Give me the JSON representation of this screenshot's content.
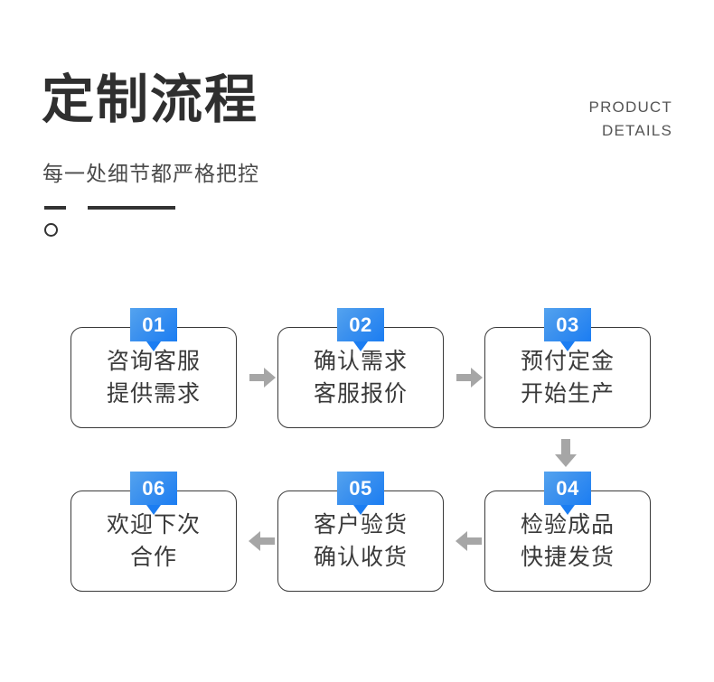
{
  "header": {
    "title": "定制流程",
    "subtitle": "每一处细节都严格把控",
    "eyebrow_line1": "PRODUCT",
    "eyebrow_line2": "DETAILS"
  },
  "colors": {
    "badge_blue_light": "#54a3ef",
    "badge_blue_dark": "#1b7df2",
    "text_dark": "#3a3a3a",
    "arrow_gray": "#a6a6a6",
    "background": "#ffffff"
  },
  "flow": {
    "steps": [
      {
        "number": "01",
        "line1": "咨询客服",
        "line2": "提供需求"
      },
      {
        "number": "02",
        "line1": "确认需求",
        "line2": "客服报价"
      },
      {
        "number": "03",
        "line1": "预付定金",
        "line2": "开始生产"
      },
      {
        "number": "04",
        "line1": "检验成品",
        "line2": "快捷发货"
      },
      {
        "number": "05",
        "line1": "客户验货",
        "line2": "确认收货"
      },
      {
        "number": "06",
        "line1": "欢迎下次",
        "line2": "合作"
      }
    ],
    "connectors": [
      {
        "from": "01",
        "to": "02",
        "direction": "right"
      },
      {
        "from": "02",
        "to": "03",
        "direction": "right"
      },
      {
        "from": "03",
        "to": "04",
        "direction": "down"
      },
      {
        "from": "04",
        "to": "05",
        "direction": "left"
      },
      {
        "from": "05",
        "to": "06",
        "direction": "left"
      }
    ]
  }
}
